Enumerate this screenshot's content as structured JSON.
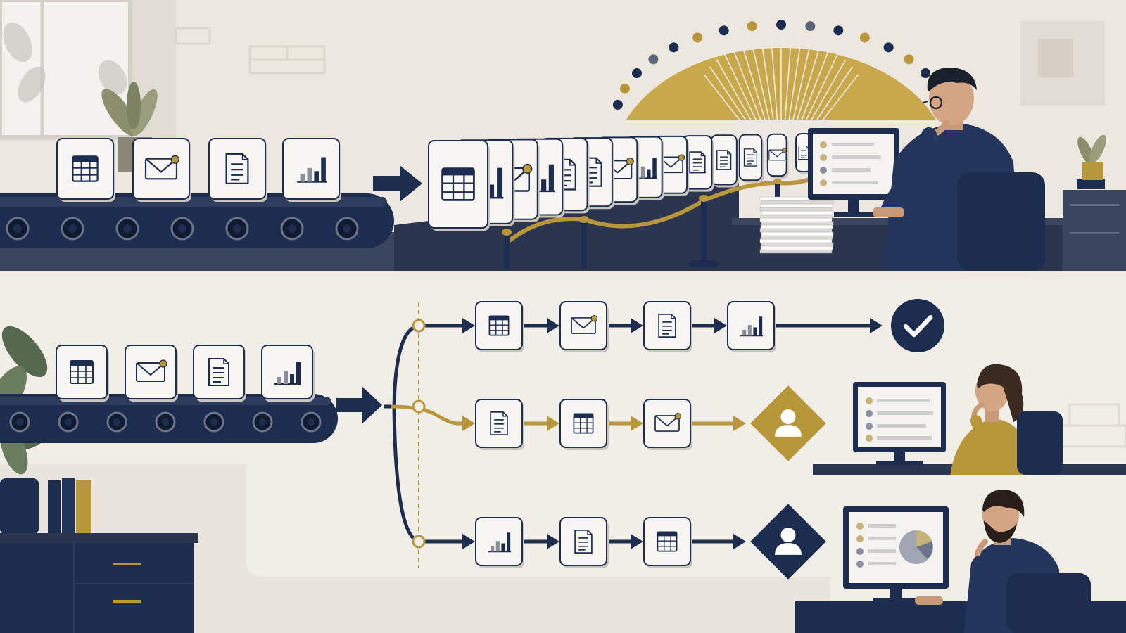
{
  "scene": {
    "kind": "illustration",
    "panels": [
      {
        "id": "top",
        "belt_items": [
          "spreadsheet-icon",
          "envelope-icon",
          "document-icon",
          "bar-chart-icon"
        ],
        "queue_items": [
          "spreadsheet-icon",
          "bar-chart-icon",
          "envelope-icon",
          "bar-chart-icon",
          "document-icon",
          "document-icon",
          "envelope-icon",
          "bar-chart-icon",
          "envelope-icon",
          "document-icon",
          "document-icon",
          "document-icon",
          "envelope-icon",
          "document-icon"
        ]
      },
      {
        "id": "bottom",
        "belt_items": [
          "spreadsheet-icon",
          "envelope-icon",
          "document-icon",
          "bar-chart-icon"
        ],
        "lanes": [
          {
            "id": "auto",
            "items": [
              "spreadsheet-icon",
              "envelope-icon",
              "document-icon",
              "bar-chart-icon"
            ],
            "end": "check-icon",
            "color": "#1c2d4f"
          },
          {
            "id": "review",
            "items": [
              "document-icon",
              "spreadsheet-icon",
              "envelope-icon"
            ],
            "end": "person-icon",
            "color": "#b8963a"
          },
          {
            "id": "expert",
            "items": [
              "bar-chart-icon",
              "document-icon",
              "spreadsheet-icon"
            ],
            "end": "person-icon",
            "color": "#1c2d4f"
          }
        ]
      }
    ]
  },
  "colors": {
    "navy": "#1c2d4f",
    "gold": "#b8963a",
    "background": "#efebe4",
    "card": "#f7f6f3"
  }
}
